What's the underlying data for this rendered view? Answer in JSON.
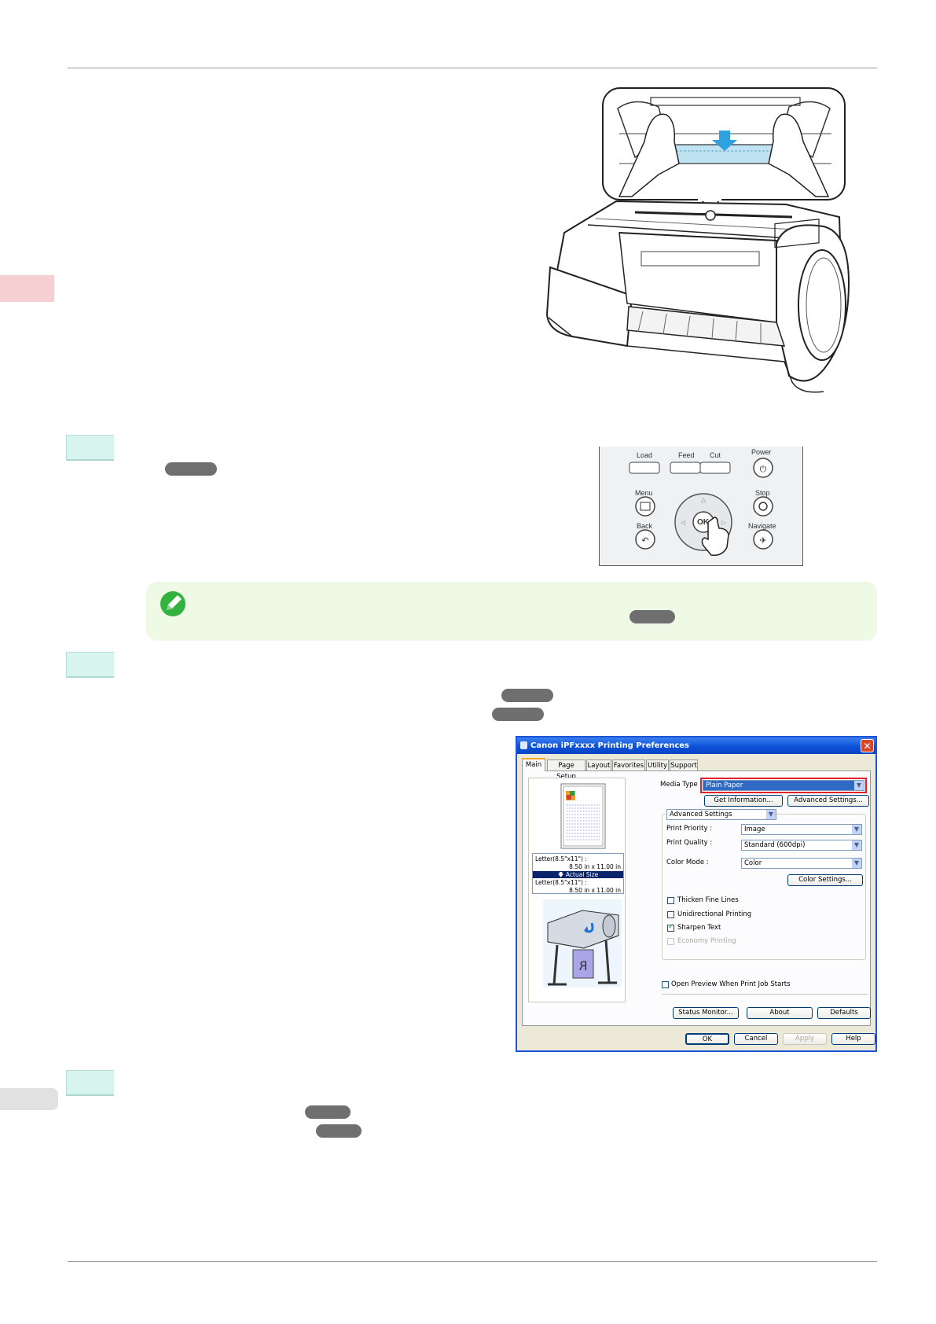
{
  "dialog": {
    "title": "Canon iPFxxxx Printing Preferences",
    "close_glyph": "✕",
    "tabs": [
      "Main",
      "Page Setup",
      "Layout",
      "Favorites",
      "Utility",
      "Support"
    ],
    "media_type_label": "Media Type :",
    "media_type_value": "Plain Paper",
    "get_information": "Get Information...",
    "advanced_settings_btn": "Advanced Settings...",
    "settings_mode": "Advanced Settings",
    "print_priority_label": "Print Priority :",
    "print_priority_value": "Image",
    "print_quality_label": "Print Quality :",
    "print_quality_value": "Standard (600dpi)",
    "color_mode_label": "Color Mode :",
    "color_mode_value": "Color",
    "color_settings_btn": "Color Settings...",
    "checkboxes": [
      {
        "label": "Thicken Fine Lines",
        "checked": false,
        "disabled": false
      },
      {
        "label": "Unidirectional Printing",
        "checked": false,
        "disabled": false
      },
      {
        "label": "Sharpen Text",
        "checked": true,
        "disabled": false
      },
      {
        "label": "Economy Printing",
        "checked": false,
        "disabled": true
      }
    ],
    "open_preview": "Open Preview When Print Job Starts",
    "status_monitor": "Status Monitor...",
    "about": "About",
    "defaults": "Defaults",
    "ok": "OK",
    "cancel": "Cancel",
    "apply": "Apply",
    "help": "Help",
    "size_line1": "Letter(8.5\"x11\") :",
    "size_line2": "8.50 in x 11.00 in",
    "size_mode": "Actual Size",
    "size_line3": "Letter(8.5\"x11\") :",
    "size_line4": "8.50 in x 11.00 in"
  },
  "control_panel": {
    "load": "Load",
    "feed": "Feed",
    "cut": "Cut",
    "power": "Power",
    "menu": "Menu",
    "stop": "Stop",
    "back": "Back",
    "navigate": "Navigate",
    "ok": "OK"
  },
  "colors": {
    "step_box": "#d8f4ef",
    "note_bg": "#eefae6",
    "side_tab": "#f6cfd3",
    "highlight": "#e0202a"
  }
}
